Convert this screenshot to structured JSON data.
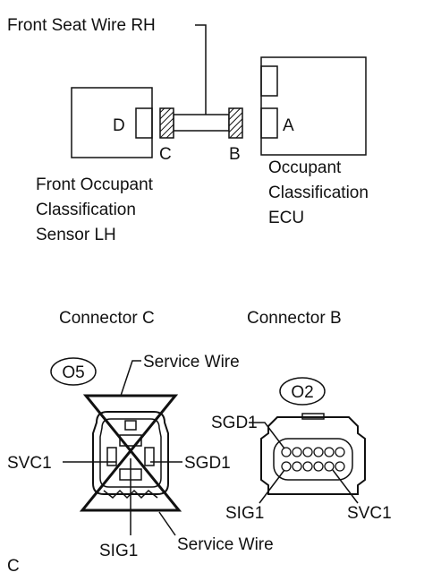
{
  "top": {
    "harness_label": "Front Seat Wire RH",
    "sensor_connector_id": "D",
    "ecu_connector_id": "A",
    "plug_left_id": "C",
    "plug_right_id": "B",
    "sensor_label": [
      "Front Occupant",
      "Classification",
      "Sensor LH"
    ],
    "ecu_label": [
      "Occupant",
      "Classification",
      "ECU"
    ]
  },
  "bottom": {
    "connector_c_title": "Connector C",
    "connector_b_title": "Connector B",
    "connector_c_code": "O5",
    "connector_b_code": "O2",
    "c_pins": {
      "svc1": "SVC1",
      "sgd1": "SGD1",
      "sig1": "SIG1"
    },
    "service_wire_top": "Service Wire",
    "service_wire_bottom": "Service Wire",
    "b_pins": {
      "sgd1": "SGD1",
      "sig1": "SIG1",
      "svc1": "SVC1"
    }
  },
  "corner_letter": "C"
}
